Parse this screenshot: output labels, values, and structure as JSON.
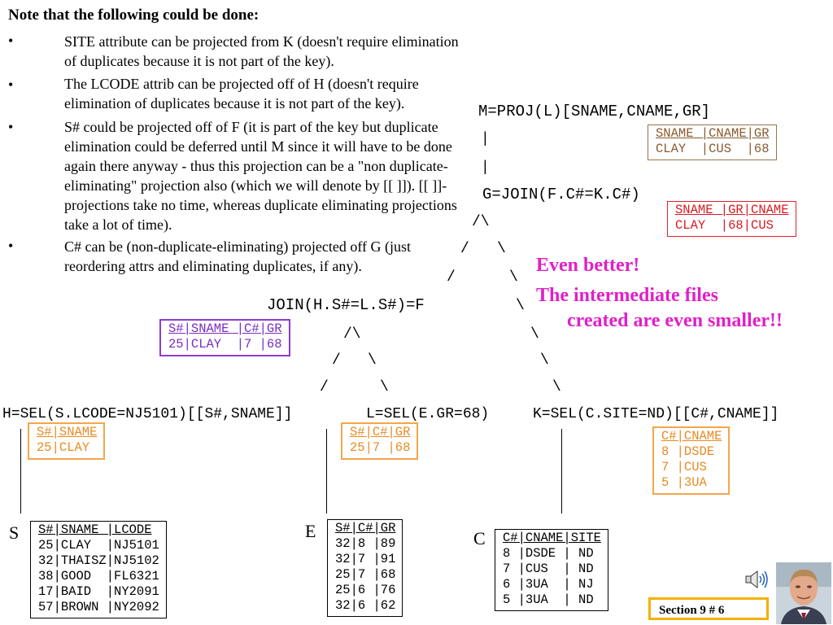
{
  "notes": {
    "title": "Note that the following could be done:",
    "bullet_symbol": "•",
    "bullets": [
      {
        "text": "SITE attribute can be projected from K (doesn't require elimination of duplicates because it is not part of the key)."
      },
      {
        "text": "The LCODE attrib can be projected off of H (doesn't require elimination of duplicates because it is not part of the key)."
      },
      {
        "text": "S# could be projected off of F (it is part of the key but duplicate elimination could be deferred until M since it will have to be done again there anyway - thus this projection can be a \"non duplicate-eliminating\" projection also (which we will denote by [[ ]]). [[ ]]-projections take no time, whereas duplicate eliminating projections take a lot of time)."
      },
      {
        "text": "C# can be (non-duplicate-eliminating) projected off G (just reordering attrs and eliminating duplicates, if any)."
      }
    ]
  },
  "tree": {
    "m_node": "M=PROJ(L)[SNAME,CNAME,GR]",
    "pipe": "|",
    "g_node": "G=JOIN(F.C#=K.C#)",
    "f_node": "JOIN(H.S#=L.S#)=F",
    "h_node": "H=SEL(S.LCODE=NJ5101)[[S#,SNAME]]",
    "l_node": "L=SEL(E.GR=68)",
    "k_node": "K=SEL(C.SITE=ND)[[C#,CNAME]]",
    "slash": "/",
    "backslash": "\\",
    "caret": "/\\"
  },
  "tables": {
    "m_result": {
      "header": "SNAME |CNAME|GR",
      "rows": [
        "CLAY  |CUS  |68"
      ]
    },
    "g_result": {
      "header": "SNAME |GR|CNAME",
      "rows": [
        "CLAY  |68|CUS"
      ]
    },
    "f_result": {
      "header": "S#|SNAME |C#|GR",
      "rows": [
        "25|CLAY  |7 |68"
      ]
    },
    "h_result": {
      "header": "S#|SNAME",
      "rows": [
        "25|CLAY"
      ]
    },
    "l_result": {
      "header": "S#|C#|GR",
      "rows": [
        "25|7 |68"
      ]
    },
    "k_result": {
      "header": "C#|CNAME",
      "rows": [
        "8 |DSDE",
        "7 |CUS",
        "5 |3UA"
      ]
    },
    "s_base": {
      "header": "S#|SNAME |LCODE",
      "rows": [
        "25|CLAY  |NJ5101",
        "32|THAISZ|NJ5102",
        "38|GOOD  |FL6321",
        "17|BAID  |NY2091",
        "57|BROWN |NY2092"
      ]
    },
    "e_base": {
      "header": "S#|C#|GR",
      "rows": [
        "32|8 |89",
        "32|7 |91",
        "25|7 |68",
        "25|6 |76",
        "32|6 |62"
      ]
    },
    "c_base": {
      "header": "C#|CNAME|SITE",
      "rows": [
        "8 |DSDE | ND",
        "7 |CUS  | ND",
        "6 |3UA  | NJ",
        "5 |3UA  | ND"
      ]
    }
  },
  "relation_labels": {
    "s": "S",
    "e": "E",
    "c": "C"
  },
  "callout": {
    "line1": "Even better!",
    "line2": "The intermediate files",
    "line3": "created are even smaller!!"
  },
  "footer": {
    "section": "Section 9    # 6"
  },
  "icons": {
    "speaker": "speaker-icon",
    "photo": "presenter-photo"
  }
}
